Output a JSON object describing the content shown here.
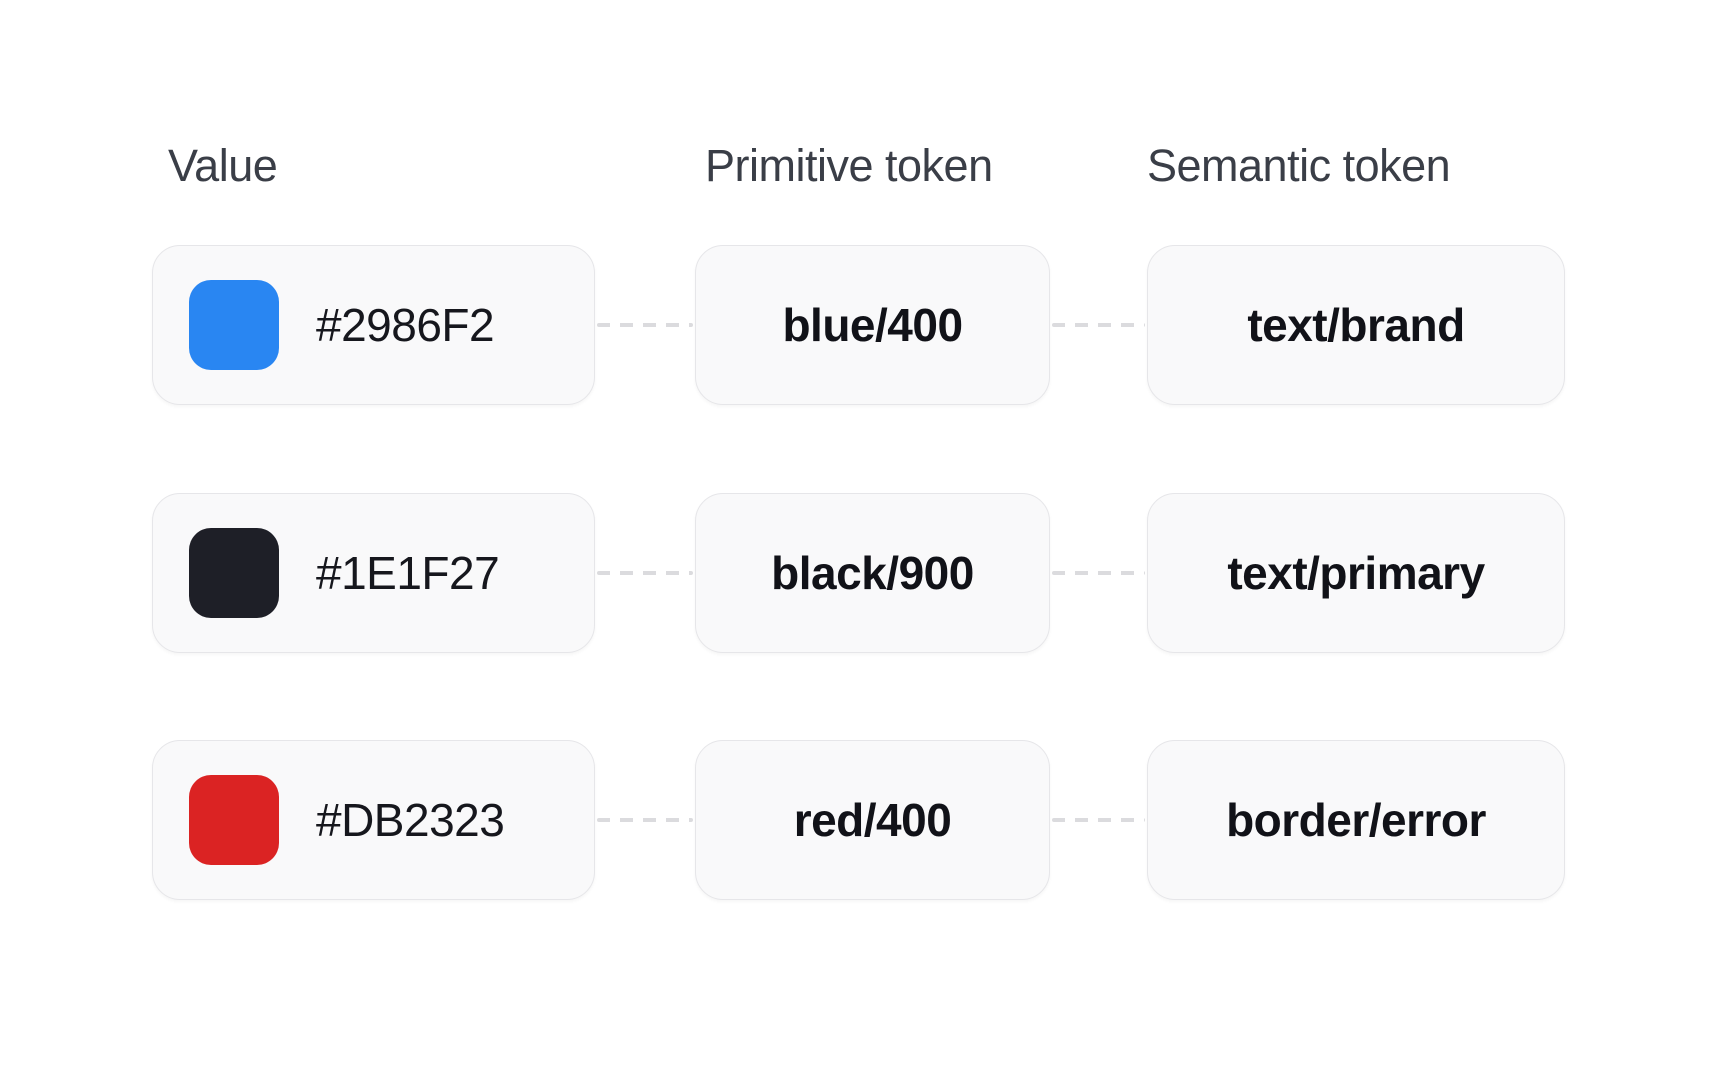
{
  "diagram": {
    "title": "design-token-mapping",
    "columns": {
      "value": "Value",
      "primitive": "Primitive token",
      "semantic": "Semantic token"
    },
    "rows": [
      {
        "value_hex": "#2986F2",
        "swatch_color": "#2986F2",
        "swatch_name": "blue-swatch",
        "primitive_token": "blue/400",
        "semantic_token": "text/brand"
      },
      {
        "value_hex": "#1E1F27",
        "swatch_color": "#1E1F27",
        "swatch_name": "black-swatch",
        "primitive_token": "black/900",
        "semantic_token": "text/primary"
      },
      {
        "value_hex": "#DB2323",
        "swatch_color": "#DB2323",
        "swatch_name": "red-swatch",
        "primitive_token": "red/400",
        "semantic_token": "border/error"
      }
    ],
    "style_colors": {
      "card_background": "#F9F9FA",
      "card_border": "#E6E6E9",
      "connector_dash": "#DBDBDE",
      "header_text": "#3A3E47",
      "card_text": "#16171D"
    }
  }
}
